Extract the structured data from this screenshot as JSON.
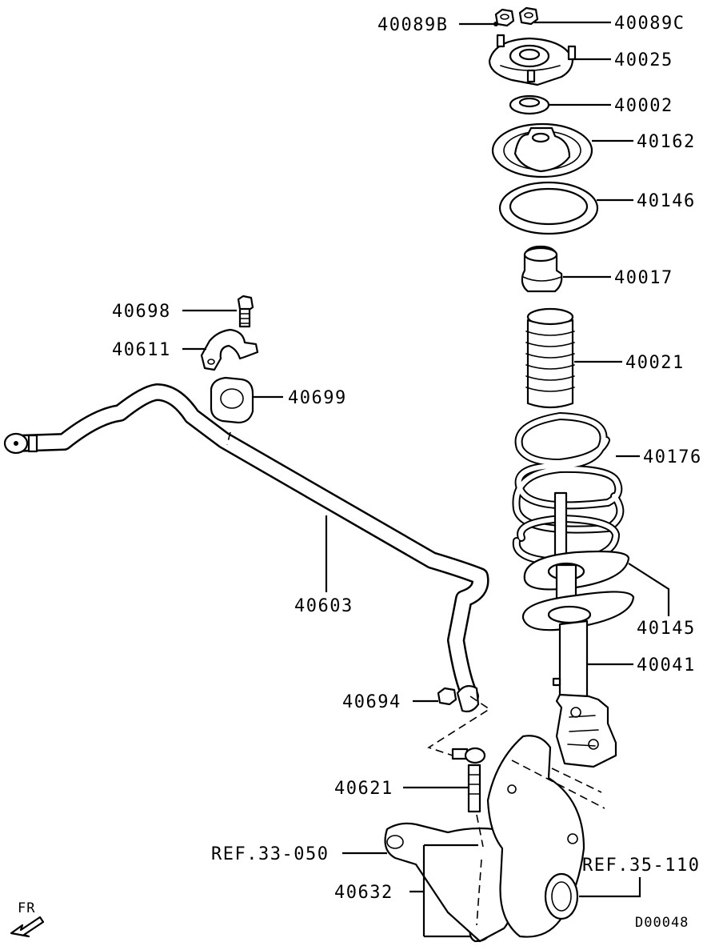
{
  "diagram_id": "D00048",
  "direction_label": "FR",
  "parts": [
    {
      "label": "40089B"
    },
    {
      "label": "40089C"
    },
    {
      "label": "40025"
    },
    {
      "label": "40002"
    },
    {
      "label": "40162"
    },
    {
      "label": "40146"
    },
    {
      "label": "40017"
    },
    {
      "label": "40021"
    },
    {
      "label": "40176"
    },
    {
      "label": "40145"
    },
    {
      "label": "40041"
    },
    {
      "label": "40698"
    },
    {
      "label": "40611"
    },
    {
      "label": "40699"
    },
    {
      "label": "40603"
    },
    {
      "label": "40694"
    },
    {
      "label": "40621"
    },
    {
      "label": "40632"
    }
  ],
  "references": [
    {
      "label": "REF.33-050"
    },
    {
      "label": "REF.35-110"
    }
  ]
}
